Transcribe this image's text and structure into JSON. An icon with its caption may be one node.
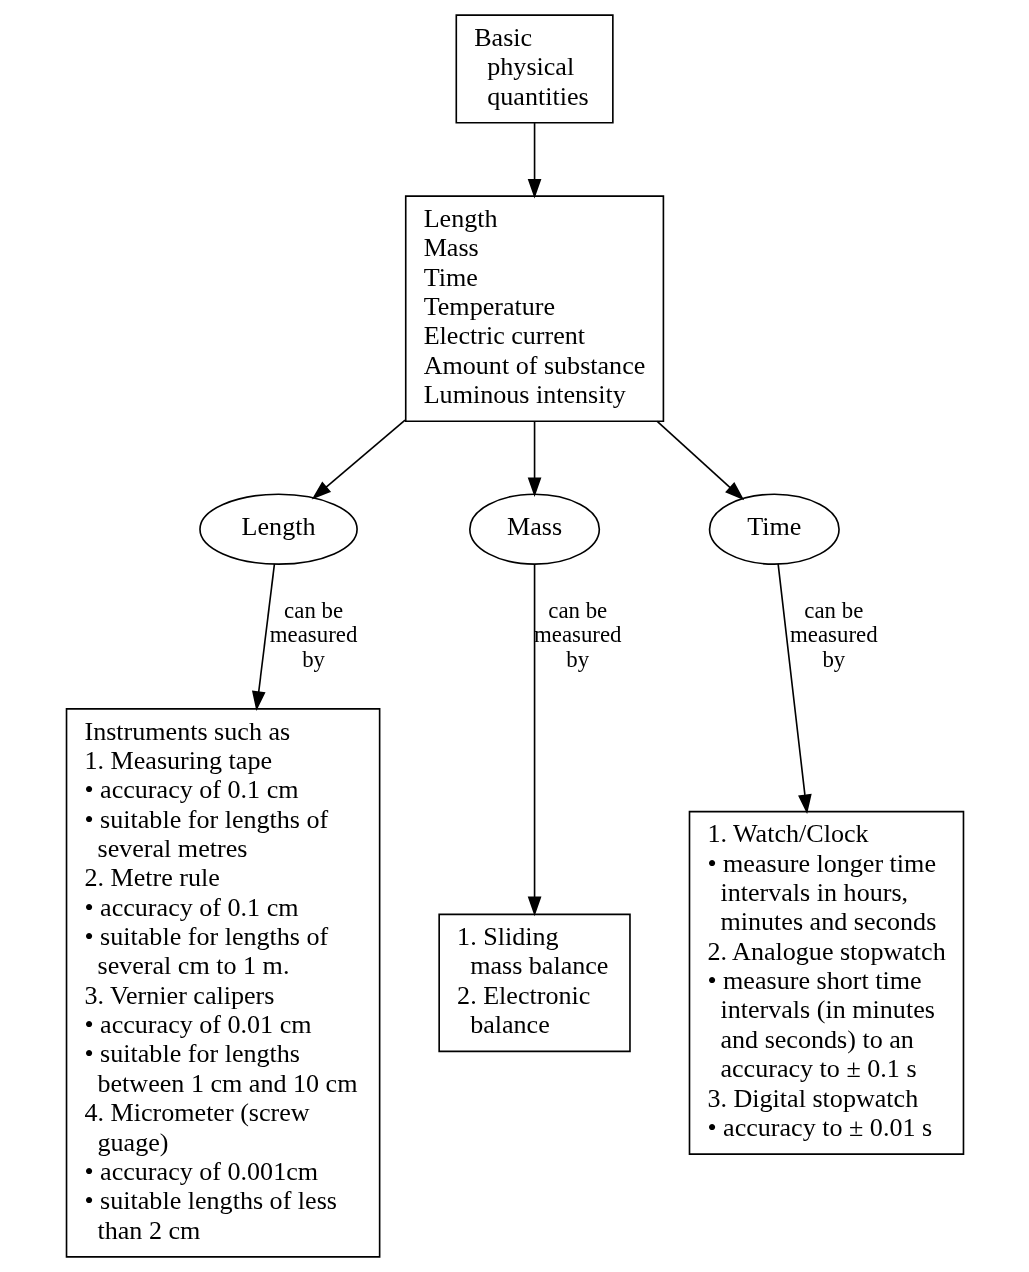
{
  "diagram": {
    "nodes": [
      {
        "text": [
          "Basic physical quantities"
        ]
      },
      {
        "text": [
          "Length",
          "Mass",
          "Time",
          "Temperature",
          "Electric current",
          "Amount of substance",
          "Luminous intensity"
        ]
      },
      {
        "text": [
          "Length"
        ]
      },
      {
        "text": [
          "Mass"
        ]
      },
      {
        "text": [
          "Time"
        ]
      },
      {
        "text": [
          "Instruments such as",
          "1. Measuring tape",
          "• accuracy of 0.1 cm",
          "• suitable for lengths of several metres",
          "2. Metre rule",
          "• accuracy of 0.1 cm",
          "• suitable for lengths of several cm to 1 m.",
          "3. Vernier calipers",
          "• accuracy of 0.01 cm",
          "• suitable for lengths between 1 cm and 10 cm",
          "4. Micrometer (screw guage)",
          "• accuracy of 0.001cm",
          "• suitable lengths of less than 2 cm"
        ]
      },
      {
        "text": [
          "1. Sliding mass balance",
          "2. Electronic balance"
        ]
      },
      {
        "text": [
          "1. Watch/Clock",
          "• measure longer time intervals in hours, minutes and seconds",
          "2. Analogue stopwatch",
          "• measure short time intervals (in minutes and seconds) to an accuracy to ± 0.1 s",
          "3. Digital stopwatch",
          "• accuracy to ± 0.01 s"
        ]
      }
    ],
    "edges": [
      {
        "from": 0,
        "to": 1,
        "arrow": "to"
      },
      {
        "from": 1,
        "to": 2,
        "arrow": "to"
      },
      {
        "from": 1,
        "to": 3,
        "arrow": "to"
      },
      {
        "from": 1,
        "to": 4,
        "arrow": "to"
      },
      {
        "from": 2,
        "to": 5,
        "arrow": "to",
        "label": "can be measured by"
      },
      {
        "from": 3,
        "to": 6,
        "arrow": "to",
        "label": "can be measured by"
      },
      {
        "from": 4,
        "to": 7,
        "arrow": "to",
        "label": "can be measured by"
      }
    ]
  }
}
